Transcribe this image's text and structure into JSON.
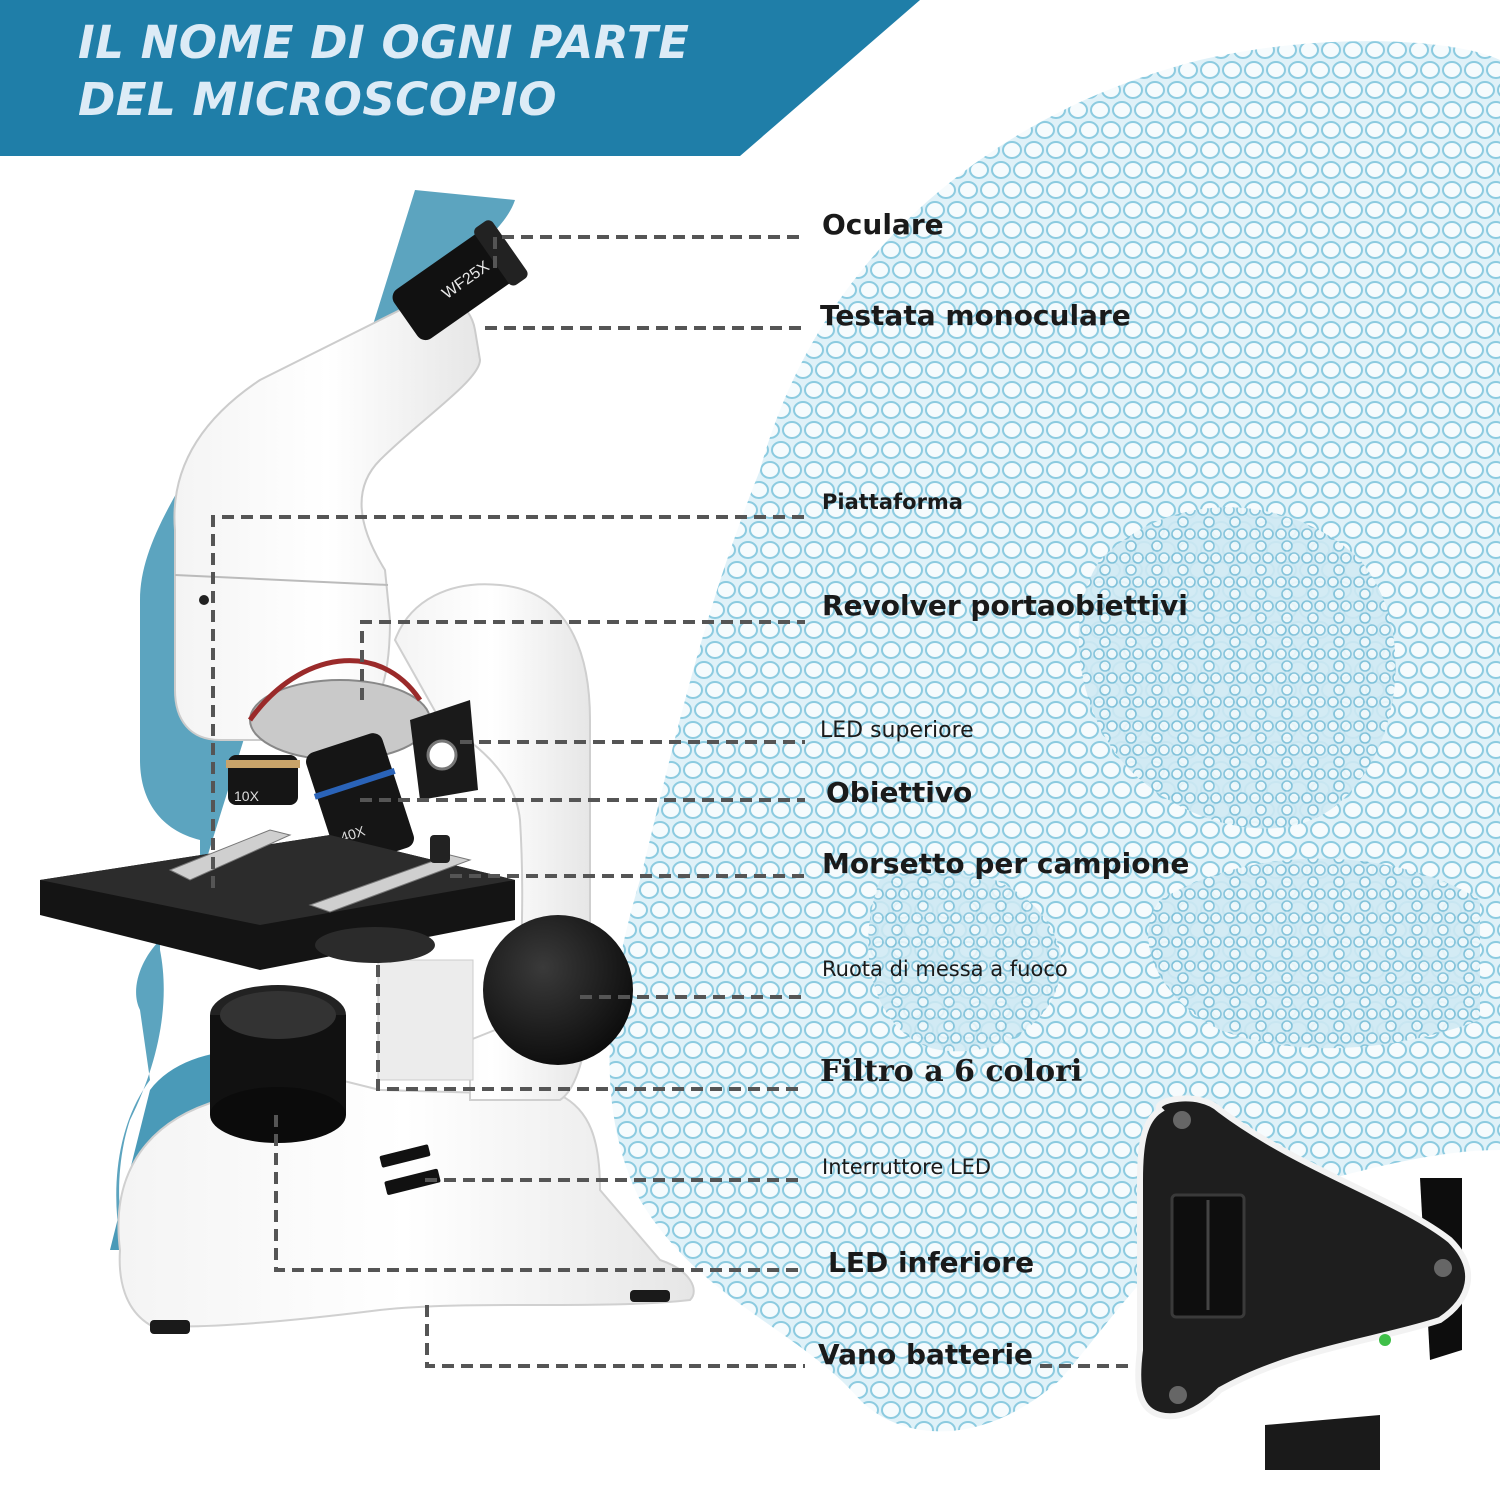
{
  "banner": {
    "title": "IL NOME DI OGNI PARTE DEL MICROSCOPIO",
    "color": "#1f7ea8"
  },
  "microscope": {
    "eyepiece_marking": "WF25X",
    "objective_marking_1": "10X",
    "objective_marking_2": "40X"
  },
  "callouts": {
    "oculare": "Oculare",
    "testata": "Testata monoculare",
    "piattaforma": "Piattaforma",
    "revolver": "Revolver portaobiettivi",
    "led_superiore": "LED superiore",
    "obiettivo": "Obiettivo",
    "morsetto": "Morsetto per campione",
    "ruota": "Ruota di messa a fuoco",
    "filtro": "Filtro a 6 colori",
    "interruttore": "Interruttore LED",
    "led_inferiore": "LED inferiore",
    "vano": "Vano batterie"
  },
  "colors": {
    "accent_blue": "#1f7ea8",
    "shadow_blue": "#4a9ab8",
    "cell_tint": "#9fd4e6",
    "leader_line": "#555555"
  }
}
